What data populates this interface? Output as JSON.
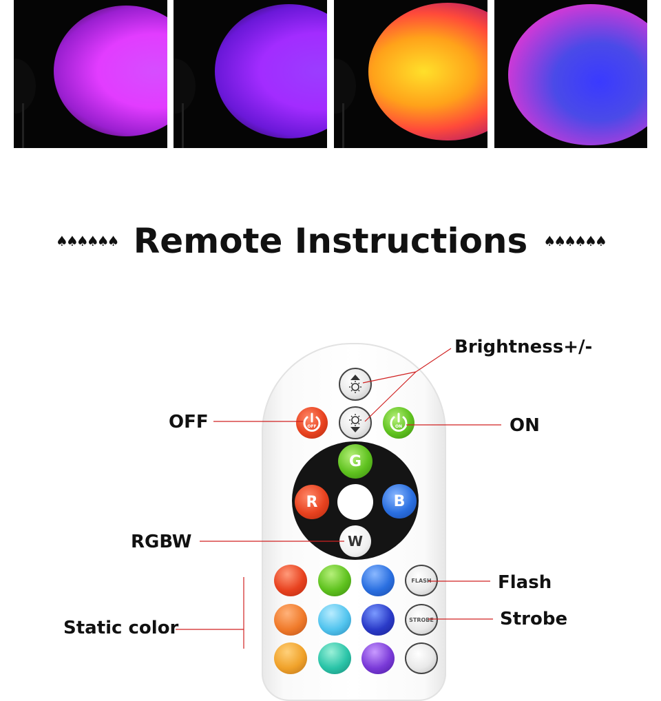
{
  "heading": {
    "title": "Remote Instructions",
    "left_ornament": "♠♠♠♠♠♠",
    "right_ornament": "♠♠♠♠♠♠"
  },
  "callouts": {
    "brightness": "Brightness+/-",
    "off": "OFF",
    "on": "ON",
    "rgbw": "RGBW",
    "flash": "Flash",
    "strobe": "Strobe",
    "static_color": "Static color"
  },
  "remote": {
    "off_text": "OFF",
    "on_text": "ON",
    "g": "G",
    "r": "R",
    "b": "B",
    "w": "W",
    "flash_text": "FLASH",
    "strobe_text": "STROBE",
    "brightness_up_icon": "sun-up-icon",
    "brightness_down_icon": "sun-down-icon",
    "power_icon": "power-icon"
  },
  "colors": {
    "red": "#e8421f",
    "green": "#5fc21f",
    "blue": "#2a6fe0",
    "line": "#d02020"
  }
}
